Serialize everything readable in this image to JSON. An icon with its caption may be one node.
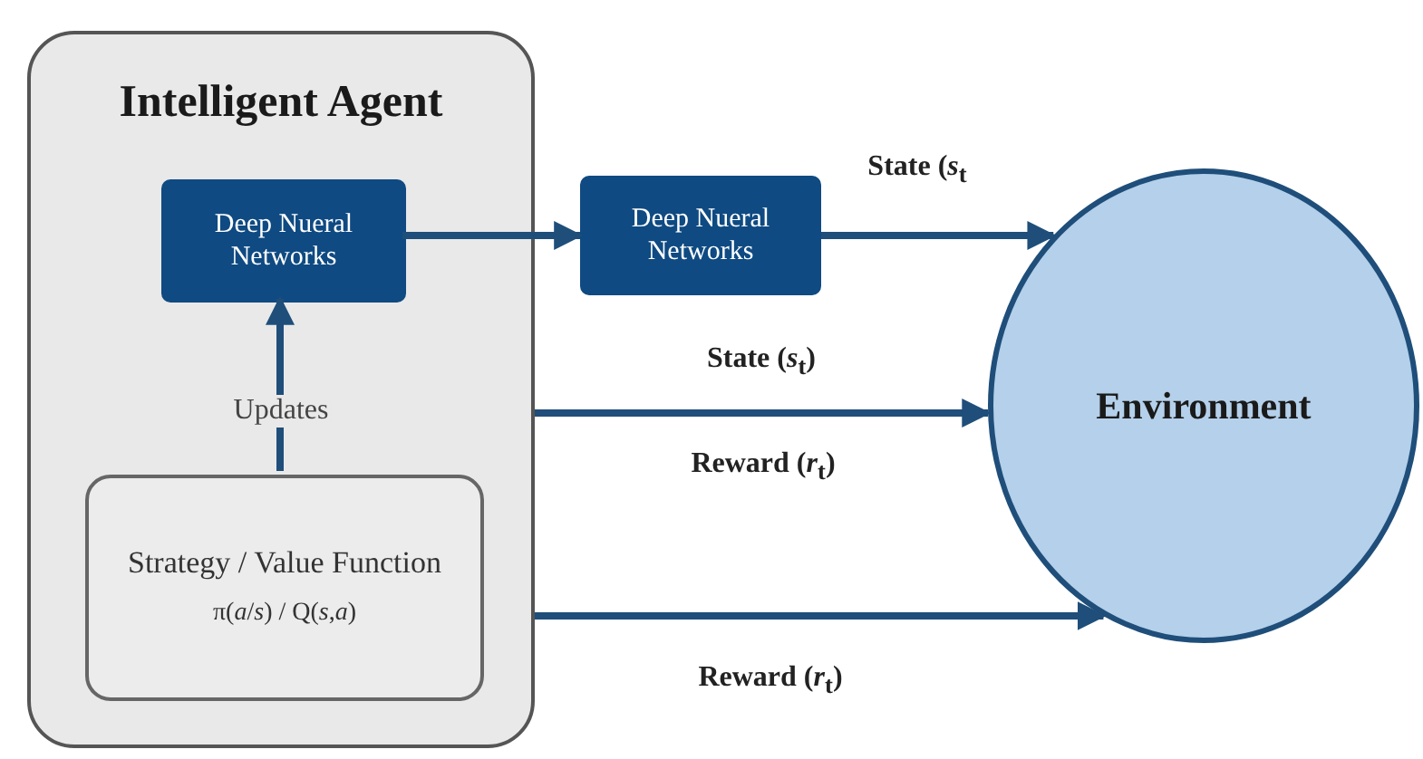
{
  "diagram": {
    "nodes": [
      {
        "text": [
          "Intelligent Agent"
        ]
      },
      {
        "text": [
          "Deep Nueral Networks"
        ],
        "in": 0
      },
      {
        "text": [
          "Strategy / Value Function",
          "π(*a*/*s*) / Q(*s*,*a*)"
        ],
        "in": 0
      },
      {
        "text": [
          "Deep Nueral Networks"
        ]
      },
      {
        "text": [
          "Environment"
        ]
      }
    ],
    "edges": [
      {
        "from": 1,
        "to": 3,
        "arrow": "to"
      },
      {
        "from": 2,
        "to": 1,
        "arrow": "to",
        "label": "Updates"
      },
      {
        "from": 3,
        "to": 4,
        "arrow": "to",
        "label": "State (*s*$_{t}$"
      },
      {
        "from": 0,
        "to": 4,
        "arrow": "to",
        "label": "State (*s*$_{t}$)"
      },
      {
        "from": 0,
        "to": 4,
        "arrow": "to",
        "label": "Reward (*r*$_{t}$)"
      }
    ],
    "labels": [
      "Reward (*r*$_{t}$)"
    ]
  }
}
